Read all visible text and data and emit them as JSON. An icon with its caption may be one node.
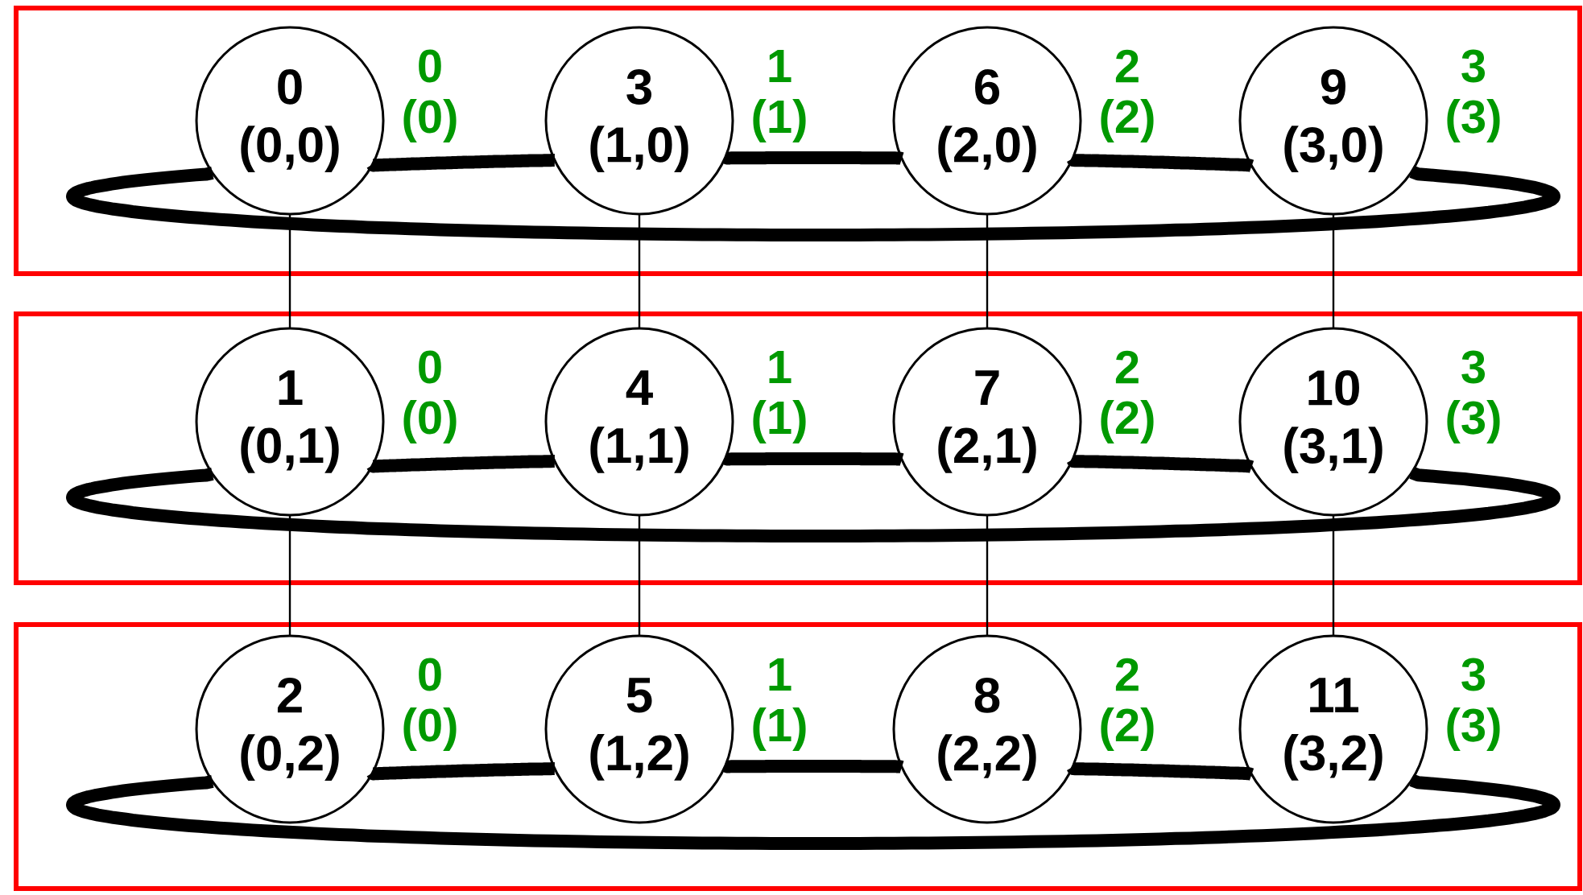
{
  "diagram": {
    "nodes": [
      {
        "text": [],
        "shape": "box"
      },
      {
        "text": [
          "0",
          "(0,0)"
        ],
        "in": 0,
        "beside": [
          "0",
          "(0)"
        ]
      },
      {
        "text": [
          "3",
          "(1,0)"
        ],
        "in": 0,
        "beside": [
          "1",
          "(1)"
        ]
      },
      {
        "text": [
          "6",
          "(2,0)"
        ],
        "in": 0,
        "beside": [
          "2",
          "(2)"
        ]
      },
      {
        "text": [
          "9",
          "(3,0)"
        ],
        "in": 0,
        "beside": [
          "3",
          "(3)"
        ]
      },
      {
        "text": [],
        "shape": "box"
      },
      {
        "text": [
          "1",
          "(0,1)"
        ],
        "in": 5,
        "beside": [
          "0",
          "(0)"
        ]
      },
      {
        "text": [
          "4",
          "(1,1)"
        ],
        "in": 5,
        "beside": [
          "1",
          "(1)"
        ]
      },
      {
        "text": [
          "7",
          "(2,1)"
        ],
        "in": 5,
        "beside": [
          "2",
          "(2)"
        ]
      },
      {
        "text": [
          "10",
          "(3,1)"
        ],
        "in": 5,
        "beside": [
          "3",
          "(3)"
        ]
      },
      {
        "text": [],
        "shape": "box"
      },
      {
        "text": [
          "2",
          "(0,2)"
        ],
        "in": 10,
        "beside": [
          "0",
          "(0)"
        ]
      },
      {
        "text": [
          "5",
          "(1,2)"
        ],
        "in": 10,
        "beside": [
          "1",
          "(1)"
        ]
      },
      {
        "text": [
          "8",
          "(2,2)"
        ],
        "in": 10,
        "beside": [
          "2",
          "(2)"
        ]
      },
      {
        "text": [
          "11",
          "(3,2)"
        ],
        "in": 10,
        "beside": [
          "3",
          "(3)"
        ]
      }
    ],
    "edges": [
      {
        "from": 1,
        "to": 2,
        "arrow": "none"
      },
      {
        "from": 2,
        "to": 3,
        "arrow": "none"
      },
      {
        "from": 3,
        "to": 4,
        "arrow": "none"
      },
      {
        "from": 4,
        "to": 1,
        "arrow": "none"
      },
      {
        "from": 6,
        "to": 7,
        "arrow": "none"
      },
      {
        "from": 7,
        "to": 8,
        "arrow": "none"
      },
      {
        "from": 8,
        "to": 9,
        "arrow": "none"
      },
      {
        "from": 9,
        "to": 6,
        "arrow": "none"
      },
      {
        "from": 11,
        "to": 12,
        "arrow": "none"
      },
      {
        "from": 12,
        "to": 13,
        "arrow": "none"
      },
      {
        "from": 13,
        "to": 14,
        "arrow": "none"
      },
      {
        "from": 14,
        "to": 11,
        "arrow": "none"
      },
      {
        "from": 1,
        "to": 6,
        "arrow": "none"
      },
      {
        "from": 6,
        "to": 11,
        "arrow": "none"
      },
      {
        "from": 2,
        "to": 7,
        "arrow": "none"
      },
      {
        "from": 7,
        "to": 12,
        "arrow": "none"
      },
      {
        "from": 3,
        "to": 8,
        "arrow": "none"
      },
      {
        "from": 8,
        "to": 13,
        "arrow": "none"
      },
      {
        "from": 4,
        "to": 9,
        "arrow": "none"
      },
      {
        "from": 9,
        "to": 14,
        "arrow": "none"
      }
    ]
  }
}
